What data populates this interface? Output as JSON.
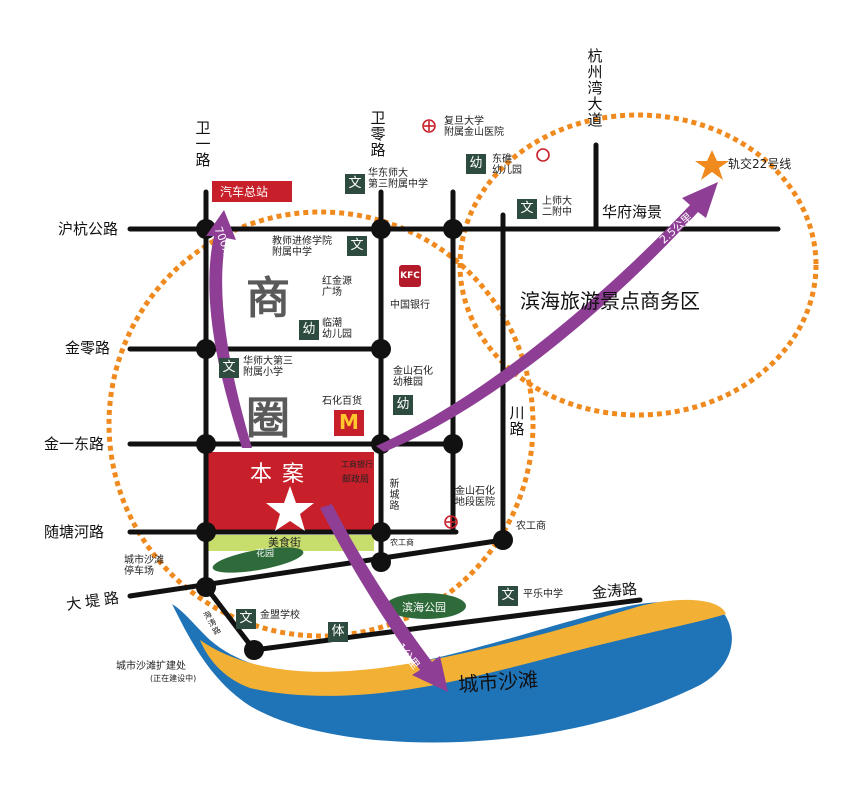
{
  "roads": {
    "huhang": "沪杭公路",
    "jinling": "金零路",
    "jinyidong": "金一东路",
    "suitanghe": "随塘河路",
    "dadi": "大堤路",
    "weiyi": "卫一路",
    "weiling": "卫零路",
    "hangzhouwan": "杭州湾大道",
    "huafuhaijing": "华府海景",
    "jintao": "金涛路",
    "xincheng": "新城路",
    "haitao": "海涛路",
    "chuan": "川路"
  },
  "labels": {
    "bus_station": "汽车总站",
    "shangquan_1": "商",
    "shangquan_2": "圈",
    "site": "本案",
    "zone_title": "滨海旅游景点商务区",
    "beach": "城市沙滩",
    "metro": "轨交22号线",
    "fudan_hospital": "复旦大学\n附属金山医院",
    "ecnu_3rd_middle": "华东师大\n第三附属中学",
    "teacher_school": "教师进修学院\n附属中学",
    "dongjiao_kg": "东礁\n幼儿园",
    "shida_2nd": "上师大\n二附中",
    "hongjinyuan": "红金源\n广场",
    "boc": "中国银行",
    "linchao_kg": "临潮\n幼儿园",
    "ecnu_3rd_primary": "华师大第三\n附属小学",
    "jinshan_shihua_kg": "金山石化\n幼稚园",
    "shihua_dept": "石化百货",
    "icbc": "工商银行",
    "post": "邮政局",
    "shihua_hospital": "金山石化\n地段医院",
    "abc_1": "农工商",
    "abc_2": "农工商",
    "food_street": "美食街",
    "garden": "花园",
    "beach_parking": "城市沙滩\n停车场",
    "jinmeng": "金盟学校",
    "binhai_park": "滨海公园",
    "pingle": "平乐中学",
    "beach_ext": "城市沙滩扩建处",
    "under_construction": "(正在建设中)"
  },
  "badges": {
    "wen": "文",
    "you": "幼",
    "ti": "体"
  },
  "distances": {
    "d700": "700米",
    "d25": "2.5公里",
    "d1": "1公里"
  },
  "colors": {
    "site_red": "#c8202a",
    "arrow_purple": "#8e3f95",
    "ring_orange": "#f08a1e",
    "school_green": "#2e4b3f",
    "sea_blue": "#1f73b7",
    "sand_yellow": "#f2b035",
    "park_green": "#2f6b3a",
    "food_street_green": "#c7dd6c"
  }
}
